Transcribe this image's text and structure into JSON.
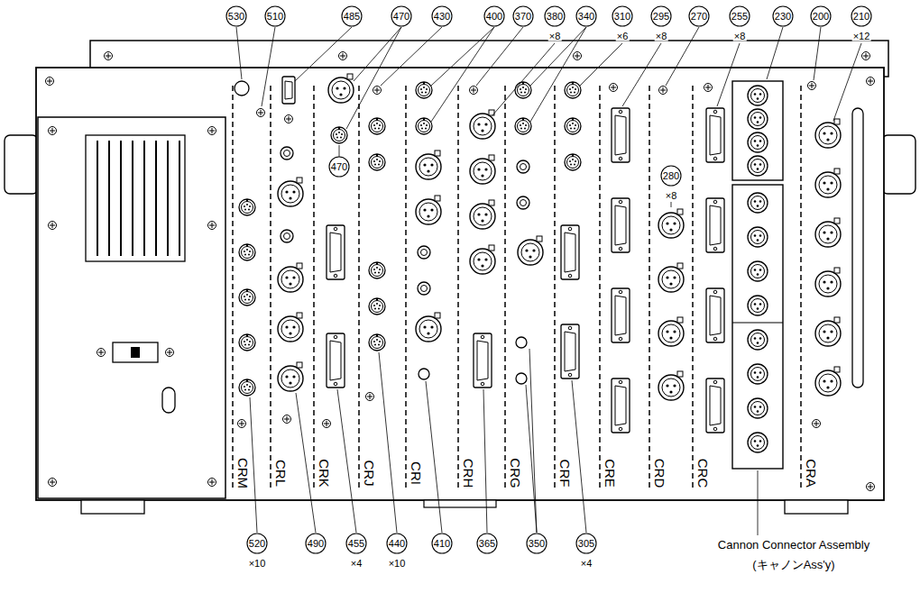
{
  "diagram": {
    "labels": [
      "530",
      "510",
      "485",
      "470",
      "430",
      "400",
      "370",
      "380",
      "×8",
      "340",
      "310",
      "×6",
      "295",
      "×8",
      "270",
      "255",
      "×8",
      "230",
      "200",
      "210",
      "×12",
      "470",
      "280",
      "×8",
      "CRM",
      "CRL",
      "CRK",
      "CRJ",
      "CRI",
      "CRH",
      "CRG",
      "CRF",
      "CRE",
      "CRD",
      "CRC",
      "CRA",
      "520",
      "×10",
      "490",
      "455",
      "×4",
      "440",
      "×10",
      "410",
      "365",
      "350",
      "305",
      "×4",
      "Cannon Connector Assembly",
      "(キャノンAss'y)"
    ]
  }
}
